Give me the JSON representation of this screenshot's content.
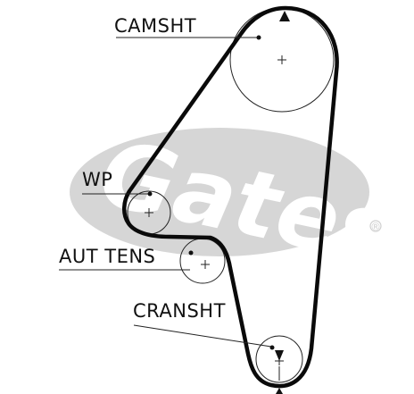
{
  "diagram": {
    "labels": {
      "camshaft": "CAMSHT",
      "water_pump": "WP",
      "auto_tensioner": "AUT TENS",
      "crankshaft": "CRANSHT"
    },
    "watermark": {
      "text": "Gates",
      "registered_mark": "®",
      "color": "#d6d6d6"
    },
    "colors": {
      "belt": "#0a0a0a",
      "line": "#222222",
      "text": "#111111"
    },
    "icons": [
      "triangle-marker-icon",
      "crosshair-icon"
    ]
  }
}
